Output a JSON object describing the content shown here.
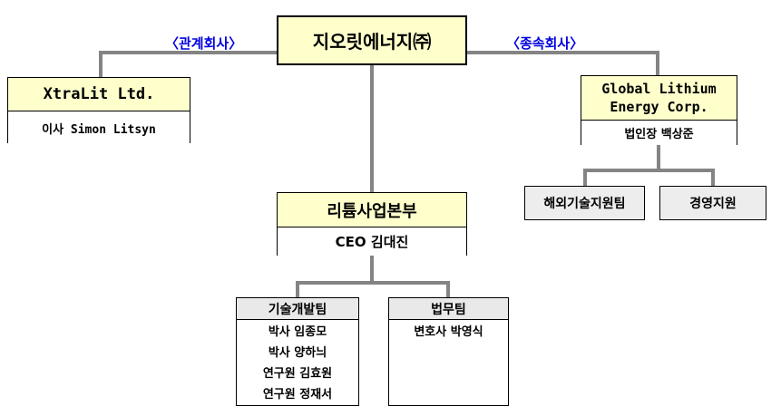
{
  "root_box": {
    "title": "지오릿에너지㈜"
  },
  "relation_labels": {
    "affiliate": "〈관계회사〉",
    "subsidiary": "〈종속회사〉"
  },
  "xtralit": {
    "name": "XtraLit Ltd.",
    "member": "이사 Simon Litsyn"
  },
  "global_lithium": {
    "name_line1": "Global Lithium",
    "name_line2": "Energy Corp.",
    "member": "법인장 백상준",
    "teams": [
      {
        "name": "해외기술지원팀"
      },
      {
        "name": "경영지원"
      }
    ]
  },
  "division": {
    "name": "리튬사업본부",
    "member": "CEO 김대진"
  },
  "teams": [
    {
      "name": "기술개발팀",
      "members": [
        "박사 임종모",
        "박사 양하늬",
        "연구원 김효원",
        "연구원 정재서"
      ]
    },
    {
      "name": "법무팀",
      "members": [
        "변호사 박영식"
      ]
    }
  ],
  "colors": {
    "header_yellow": "#ffffcc",
    "header_gray": "#e9e9e9",
    "line_gray": "#848484",
    "label_blue": "#0000e0"
  }
}
